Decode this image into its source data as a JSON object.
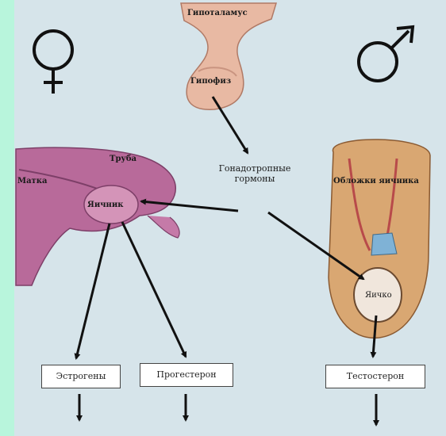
{
  "symbols": {
    "female": "female-symbol",
    "male": "male-symbol"
  },
  "labels": {
    "hypothalamus": "Гипоталамус",
    "pituitary": "Гипофиз",
    "gonadotropins": "Гонадотропные гормоны",
    "uterus": "Матка",
    "tube": "Труба",
    "ovary": "Яичник",
    "epididymis": "Обложки яичника",
    "testis": "Яичко"
  },
  "hormones": {
    "estrogens": "Эстрогены",
    "progesterone": "Прогестерон",
    "testosterone": "Тестостерон"
  },
  "colors": {
    "background": "#b8f5dc",
    "panel": "#d6e4ea",
    "uterus": "#b86a9a",
    "pituitary": "#e8b9a3",
    "testis": "#d9a772"
  }
}
